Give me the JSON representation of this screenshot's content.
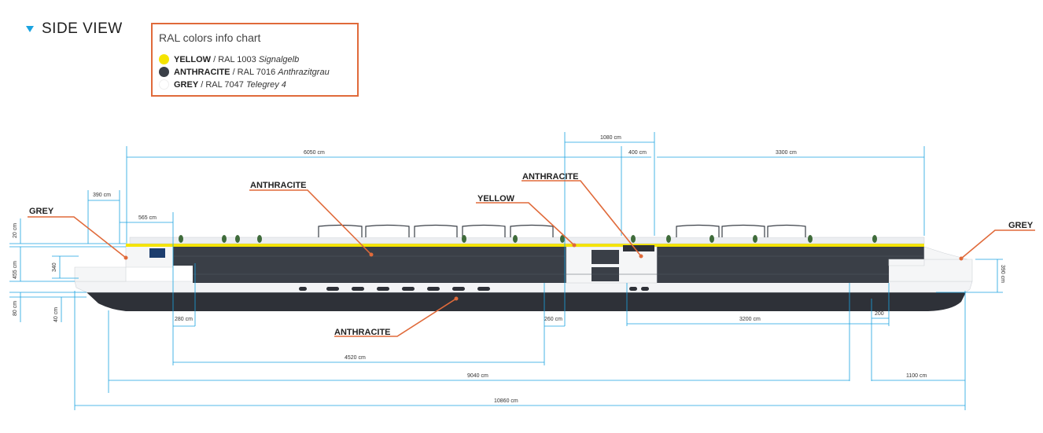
{
  "header": {
    "title": "SIDE VIEW"
  },
  "legend": {
    "title": "RAL colors info chart",
    "items": [
      {
        "name": "YELLOW",
        "code": "/ RAL 1003",
        "label": "Signalgelb",
        "color": "#f5e400"
      },
      {
        "name": "ANTHRACITE",
        "code": "/ RAL 7016",
        "label": "Anthrazitgrau",
        "color": "#3a3f47"
      },
      {
        "name": "GREY",
        "code": "/ RAL 7047",
        "label": "Telegrey 4",
        "color": "#ffffff"
      }
    ]
  },
  "callouts": {
    "grey_left": "GREY",
    "grey_right": "GREY",
    "anthracite_top": "ANTHRACITE",
    "anthracite_mid": "ANTHRACITE",
    "anthracite_bottom": "ANTHRACITE",
    "yellow": "YELLOW"
  },
  "dimensions": {
    "d6050": "6050 cm",
    "d1080": "1080 cm",
    "d400": "400 cm",
    "d3300": "3300 cm",
    "d390": "390 cm",
    "d565": "565 cm",
    "v20": "20 cm",
    "v455": "455 cm",
    "v80": "80 cm",
    "v40": "40 cm",
    "v340": "340",
    "v390r": "390 cm",
    "d280": "280 cm",
    "d260": "260 cm",
    "d3200": "3200 cm",
    "d200": "200",
    "d4520": "4520 cm",
    "d9040": "9040 cm",
    "d1100": "1100 cm",
    "d10860": "10860 cm"
  },
  "colors": {
    "accent": "#1aa3e0",
    "callout": "#e06a3a",
    "yellow": "#f5e400",
    "anthracite": "#3a3f47",
    "hull": "#2e3138"
  },
  "icons": {
    "header_marker": "triangle-down-icon"
  }
}
